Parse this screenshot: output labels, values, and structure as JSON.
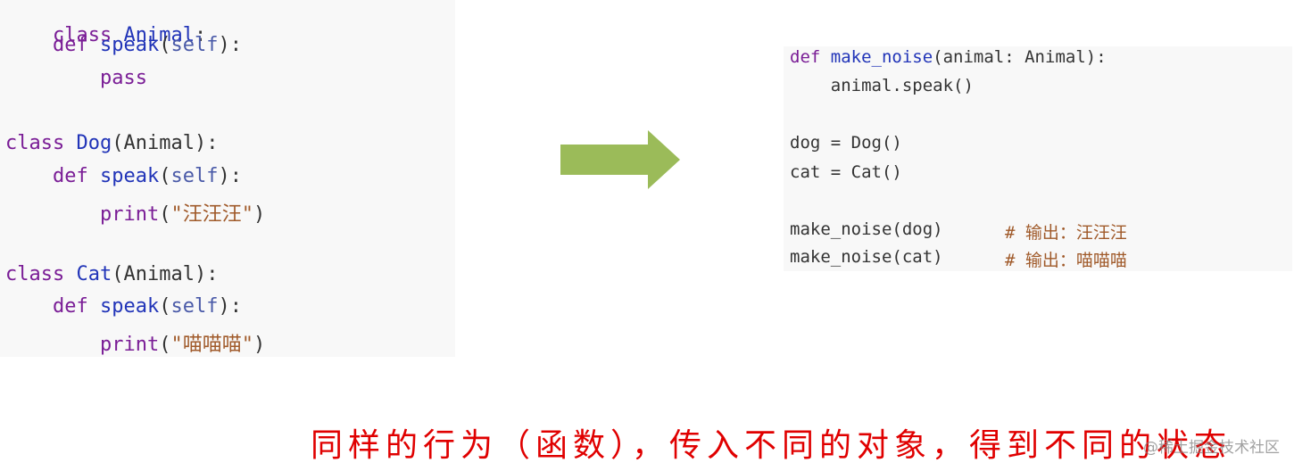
{
  "left_code": {
    "class_kw": "class",
    "def_kw": "def",
    "pass_kw": "pass",
    "print_fn": "print",
    "speak_fn": "speak",
    "self_param": "self",
    "animal_class": "Animal",
    "dog_class": "Dog",
    "cat_class": "Cat",
    "dog_sound": "\"汪汪汪\"",
    "cat_sound": "\"喵喵喵\""
  },
  "right_code": {
    "def_kw": "def",
    "make_noise_fn": "make_noise",
    "param": "(animal: Animal):",
    "speak_call": "animal.speak()",
    "dog_assign": "dog = Dog()",
    "cat_assign": "cat = Cat()",
    "call_dog": "make_noise(dog)",
    "call_cat": "make_noise(cat)",
    "comment_dog": "# 输出：汪汪汪",
    "comment_cat": "# 输出：喵喵喵"
  },
  "arrow": {
    "color": "#9bbb59",
    "icon": "right-arrow-icon"
  },
  "caption": "同样的行为（函数），传入不同的对象，得到不同的状态",
  "watermark": "@稀土掘金技术社区",
  "colors": {
    "panel_bg": "#f8f8f8",
    "keyword": "#7a1d96",
    "function": "#2134b8",
    "string": "#a05a2a",
    "caption": "#e00000"
  }
}
